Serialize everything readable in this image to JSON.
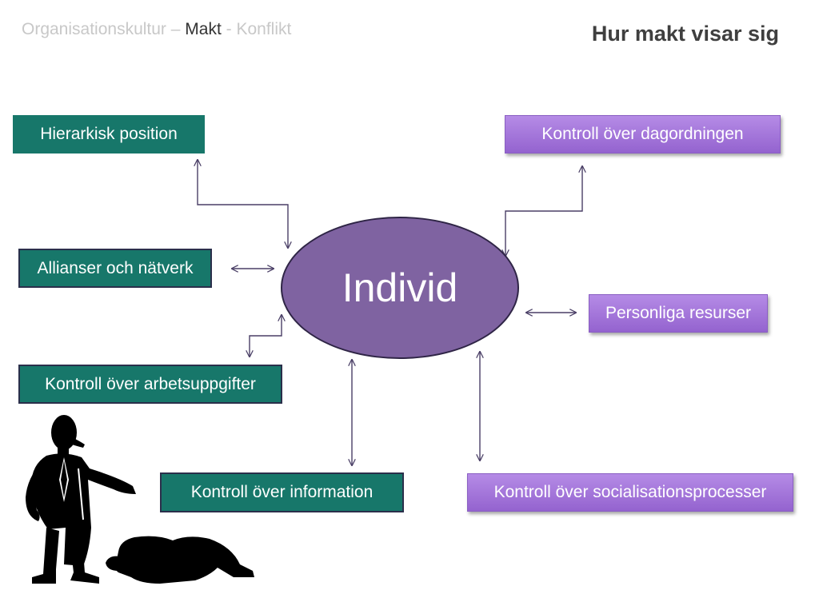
{
  "header": {
    "breadcrumb_part1": "Organisationskultur – ",
    "breadcrumb_current": "Makt",
    "breadcrumb_part3": " - Konflikt",
    "title": "Hur makt visar sig"
  },
  "diagram": {
    "center": "Individ",
    "nodes": {
      "hierarkisk": "Hierarkisk position",
      "allianser": "Allianser och nätverk",
      "arbetsuppgifter": "Kontroll över arbetsuppgifter",
      "information": "Kontroll över information",
      "dagordningen": "Kontroll över dagordningen",
      "resurser": "Personliga resurser",
      "socialisation": "Kontroll över socialisationsprocesser"
    }
  },
  "colors": {
    "teal_box": "#17776a",
    "purple_box": "#a779dc",
    "center_ellipse": "#7f63a1",
    "connector": "#4a3f66"
  },
  "clipart": {
    "icon": "boss-pointing-at-bowing-employee-icon"
  }
}
